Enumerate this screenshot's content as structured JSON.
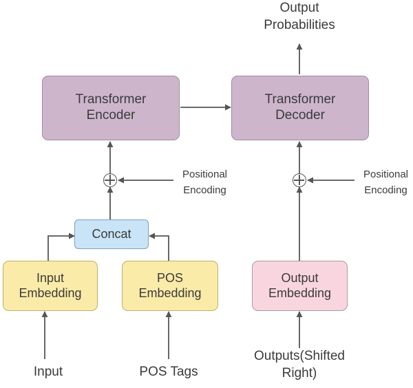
{
  "encoder": {
    "line1": "Transformer",
    "line2": "Encoder"
  },
  "decoder": {
    "line1": "Transformer",
    "line2": "Decoder"
  },
  "concat": {
    "label": "Concat"
  },
  "input_embedding": {
    "line1": "Input",
    "line2": "Embedding"
  },
  "pos_embedding": {
    "line1": "POS",
    "line2": "Embedding"
  },
  "output_embedding": {
    "line1": "Output",
    "line2": "Embedding"
  },
  "labels": {
    "output_prob_1": "Output",
    "output_prob_2": "Probabilities",
    "pos_enc_left_1": "Positional",
    "pos_enc_left_2": "Encoding",
    "pos_enc_right_1": "Positional",
    "pos_enc_right_2": "Encoding",
    "input": "Input",
    "pos_tags": "POS Tags",
    "outputs_1": "Outputs(Shifted",
    "outputs_2": "Right)"
  },
  "colors": {
    "transformer": "#cdb6cc",
    "embedding": "#fbeba8",
    "output_embedding": "#f9d6df",
    "concat": "#c9e4f6",
    "arrow": "#555555"
  }
}
